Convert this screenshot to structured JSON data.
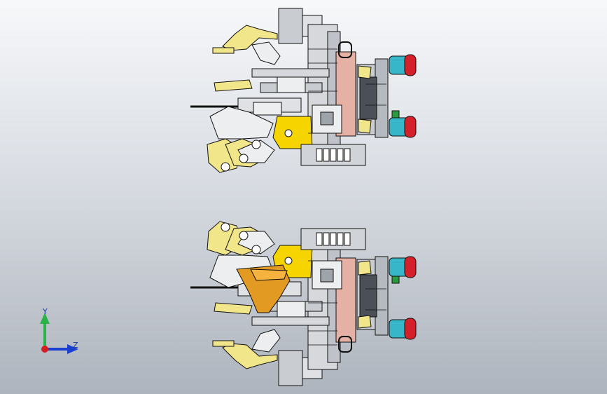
{
  "viewport": {
    "label": "cad-graphics-area",
    "colors": {
      "bg_top": "#f7f8fa",
      "bg_bottom": "#aeb4bd",
      "line": "#111111",
      "gray_part": "#c9ccd1",
      "dark_part": "#4b5058",
      "yellow_bracket": "#f2e68a",
      "yellow_block": "#f5d400",
      "orange_part": "#e39a22",
      "pink_plate": "#e6b1a5",
      "cyan_cylinder": "#38b6c9",
      "red_cap": "#d4202a",
      "green_part": "#2b9a3e"
    }
  },
  "triad": {
    "y_label": "Y",
    "z_label": "Z",
    "y_color": "#2bb34a",
    "z_color": "#1b3fcf",
    "x_color": "#d51f1f"
  }
}
